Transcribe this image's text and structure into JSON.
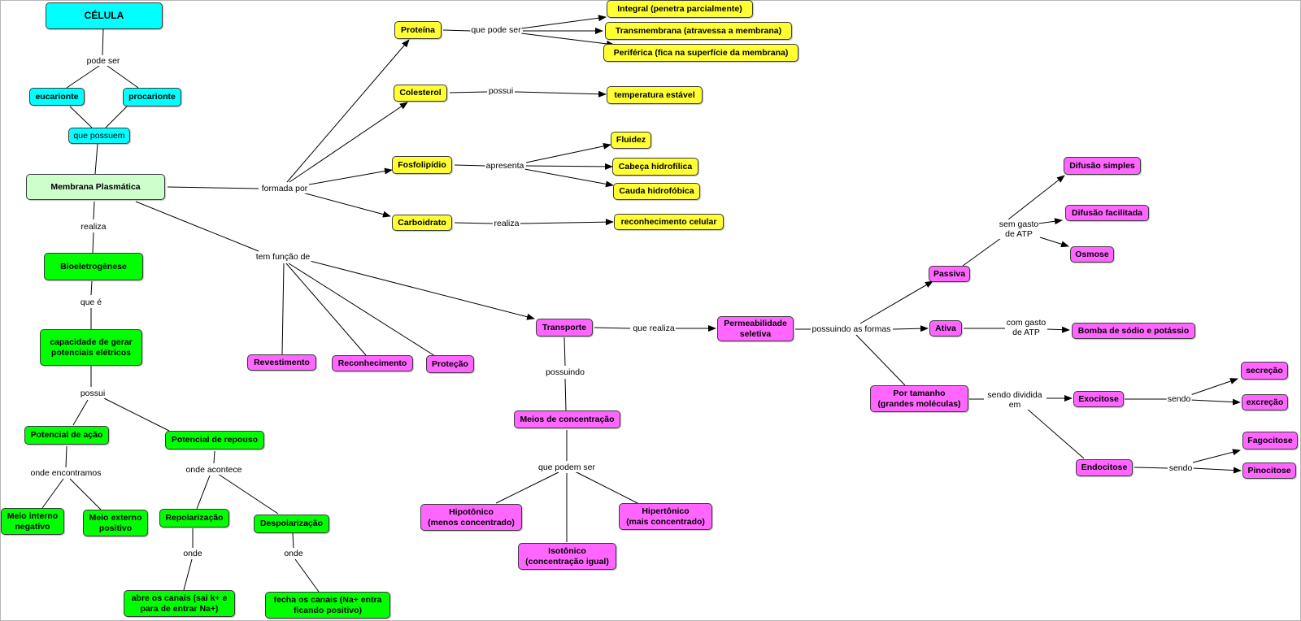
{
  "diagram": {
    "nodes": {
      "celula": "CÉLULA",
      "eucarionte": "eucarionte",
      "procarionte": "procarionte",
      "que_possuem": "que possuem",
      "membrana": "Membrana Plasmática",
      "bioeletrogenese": "Bioeletrogênese",
      "capacidade": "capacidade de gerar\npotenciais elétricos",
      "potencial_acao": "Potencial de ação",
      "potencial_repouso": "Potencial de repouso",
      "meio_interno": "Meio interno\nnegativo",
      "meio_externo": "Meio externo\npositivo",
      "repolarizacao": "Repolarização",
      "despolarizacao": "Despolarização",
      "abre_canais": "abre os canais (sai k+ e\npara de entrar Na+)",
      "fecha_canais": "fecha os canais (Na+ entra\nficando positivo)",
      "proteina": "Proteína",
      "integral": "Integral (penetra parcialmente)",
      "transmembrana": "Transmembrana (atravessa a membrana)",
      "periferica": "Periférica (fica na superfície da membrana)",
      "colesterol": "Colesterol",
      "temperatura": "temperatura estável",
      "fosfolipidio": "Fosfolipídio",
      "fluidez": "Fluidez",
      "cabeca": "Cabeça hidrofílica",
      "cauda": "Cauda hidrofóbica",
      "carboidrato": "Carboidrato",
      "reconhecimento_celular": "reconhecimento celular",
      "revestimento": "Revestimento",
      "reconhecimento": "Reconhecimento",
      "protecao": "Proteção",
      "transporte": "Transporte",
      "meios_concentracao": "Meios de concentração",
      "hipotonico": "Hipotônico\n(menos concentrado)",
      "isotonico": "Isotônico\n(concentração igual)",
      "hipertonico": "Hipertônico\n(mais concentrado)",
      "permeabilidade": "Permeabilidade\nseletiva",
      "passiva": "Passiva",
      "ativa": "Ativa",
      "por_tamanho": "Por tamanho\n(grandes moléculas)",
      "difusao_simples": "Difusão simples",
      "difusao_facilitada": "Difusão facilitada",
      "osmose": "Osmose",
      "bomba": "Bomba de sódio e potássio",
      "exocitose": "Exocitose",
      "endocitose": "Endocitose",
      "secrecao": "secreção",
      "excrecao": "excreção",
      "fagocitose": "Fagocitose",
      "pinocitose": "Pinocitose"
    },
    "links": {
      "pode_ser": "pode ser",
      "realiza_1": "realiza",
      "que_e": "que é",
      "possui_1": "possui",
      "onde_encontramos": "onde encontramos",
      "onde_acontece": "onde acontece",
      "onde_1": "onde",
      "onde_2": "onde",
      "formada_por": "formada por",
      "que_pode_ser": "que pode ser",
      "possui_2": "possui",
      "apresenta": "apresenta",
      "realiza_2": "realiza",
      "tem_funcao_de": "tem função de",
      "que_realiza": "que realiza",
      "possuindo": "possuindo",
      "que_podem_ser": "que podem ser",
      "possuindo_as_formas": "possuindo as formas",
      "sem_gasto": "sem gasto\nde ATP",
      "com_gasto": "com gasto\nde ATP",
      "sendo_dividida": "sendo dividida\nem",
      "sendo_1": "sendo",
      "sendo_2": "sendo"
    },
    "colors": {
      "cyan": "#00ffff",
      "light_green": "#ccffcc",
      "green": "#00ff00",
      "yellow": "#ffff33",
      "pink": "#ff66ff"
    }
  }
}
